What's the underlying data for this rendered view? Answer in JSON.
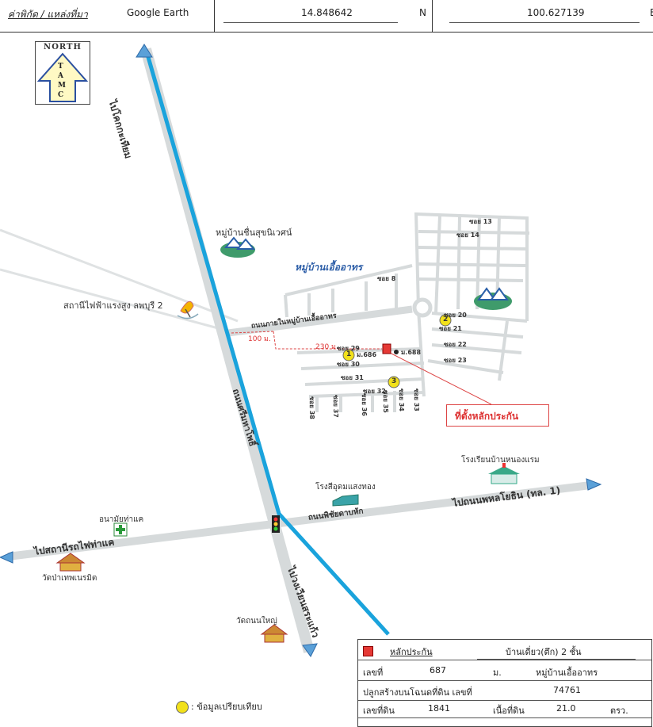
{
  "header": {
    "coord_label": "ค่าพิกัด / แหล่งที่มา",
    "source": "Google Earth",
    "lat": "14.848642",
    "lat_dir": "N",
    "lon": "100.627139",
    "lon_dir": "E"
  },
  "north_arrow": {
    "top": "NORTH",
    "letters": [
      "T",
      "A",
      "M",
      "C"
    ]
  },
  "places": {
    "village1": "หมู่บ้านชื่นสุขนิเวศน์",
    "village2": "หมู่บ้านเอื้ออาทร",
    "power_station": "สถานีไฟฟ้าแรงสูง ลพบุรี 2",
    "school": "โรงเรียนบ้านหนองแรม",
    "factory": "โรงสีอุดมแสงทอง",
    "health": "อนามัยท่าแค",
    "temple1": "วัดป่าเทพเนรมิต",
    "temple2": "วัดถนนใหญ่"
  },
  "roads": {
    "north": "ไปโคกกะเทียม",
    "main": "ถนนศรีมหาโพธิ์",
    "south": "ไปวงเวียนสระแก้ว",
    "inner": "ถนนภายในหมู่บ้านเอื้ออาทร",
    "east_road": "ถนนพิชัยดาบหัก",
    "east_dest": "ไปถนนพหลโยธิน (ทล. 1)",
    "west_dest": "ไปสถานีรถไฟท่าแค"
  },
  "distances": {
    "d1": "100 ม.",
    "d2": "230 ม."
  },
  "sois": {
    "s8": "ซอย 8",
    "s13": "ซอย 13",
    "s14": "ซอย 14",
    "s20": "ซอย 20",
    "s21": "ซอย 21",
    "s22": "ซอย 22",
    "s23": "ซอย 23",
    "s29": "ซอย 29",
    "s30": "ซอย 30",
    "s31": "ซอย 31",
    "s32": "ซอย 32",
    "s33": "ซอย 33",
    "s34": "ซอย 34",
    "s35": "ซอย 35",
    "s36": "ซอย 36",
    "s37": "ซอย 37",
    "s38": "ซอย 38"
  },
  "markers": {
    "m1": "1",
    "m2": "2",
    "m3": "3",
    "house686": "ม.686",
    "house688": "ม.688"
  },
  "collateral_label": "ที่ตั้งหลักประกัน",
  "legend": {
    "collateral": "หลักประกัน",
    "building_type": "บ้านเดี่ยว(ตึก) 2 ชั้น",
    "no_label": "เลขที่",
    "no_value": "687",
    "moo_label": "ม.",
    "moo_value": "หมู่บ้านเอื้ออาทร",
    "deed_label": "ปลูกสร้างบนโฉนดที่ดิน เลขที่",
    "deed_value": "74761",
    "land_no_label": "เลขที่ดิน",
    "land_no_value": "1841",
    "area_label": "เนื้อที่ดิน",
    "area_value": "21.0",
    "area_unit": "ตรว."
  },
  "note": ": ข้อมูลเปรียบเทียบ",
  "colors": {
    "river": "#1aa3dc",
    "road": "#d6dadb",
    "collateral": "#e53935",
    "marker": "#f2e11b",
    "village_text": "#2e5fa8"
  }
}
